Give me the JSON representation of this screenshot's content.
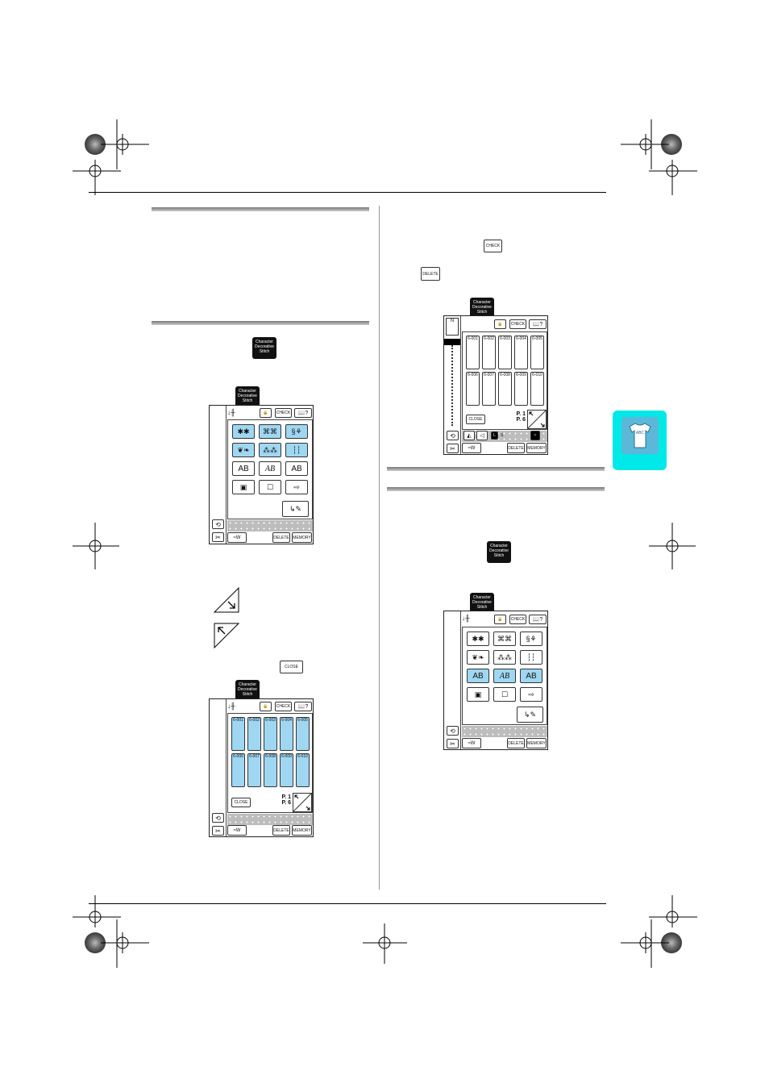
{
  "tab_label": [
    "Character",
    "Decorative",
    "Stitch"
  ],
  "check_label": "CHECK",
  "delete_label": "DELETE",
  "close_label": "CLOSE",
  "memory_label": "MEMORY",
  "page_current": "P. 1",
  "page_total": "P. 6",
  "stitch_codes": [
    "6-001",
    "6-002",
    "6-003",
    "6-004",
    "6-005",
    "6-006",
    "6-007",
    "6-008",
    "6-009",
    "6-010"
  ],
  "letter_buttons": [
    "AB",
    "AB",
    "AB"
  ],
  "size_l": "L",
  "size_s": "S",
  "side_tab_text": "ABC",
  "colors": {
    "screen_blue": "#9fd7f2",
    "side_tab": "#00e8e8",
    "dots": "#bdbdbd"
  }
}
